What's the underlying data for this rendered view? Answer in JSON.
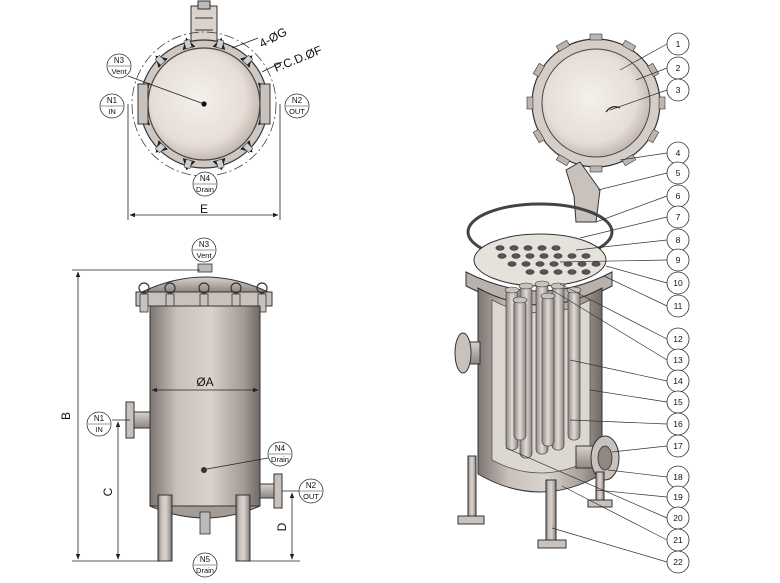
{
  "nozzles": {
    "top_view": {
      "n3": {
        "id": "N3",
        "desc": "Vent"
      },
      "n1": {
        "id": "N1",
        "desc": "IN"
      },
      "n2": {
        "id": "N2",
        "desc": "OUT"
      },
      "n4": {
        "id": "N4",
        "desc": "Drain"
      }
    },
    "side_view": {
      "n3": {
        "id": "N3",
        "desc": "Vent"
      },
      "n1": {
        "id": "N1",
        "desc": "IN"
      },
      "n4": {
        "id": "N4",
        "desc": "Drain"
      },
      "n2": {
        "id": "N2",
        "desc": "OUT"
      },
      "n5": {
        "id": "N5",
        "desc": "Drain"
      }
    }
  },
  "dimensions": {
    "bolts": "4-ØG",
    "pcd": "P.C.D.ØF",
    "width": "E",
    "diameter": "ØA",
    "height": "B",
    "inlet_height": "C",
    "outlet_height": "D"
  },
  "callouts": [
    "1",
    "2",
    "3",
    "4",
    "5",
    "6",
    "7",
    "8",
    "9",
    "10",
    "11",
    "12",
    "13",
    "14",
    "15",
    "16",
    "17",
    "18",
    "19",
    "20",
    "21",
    "22"
  ]
}
